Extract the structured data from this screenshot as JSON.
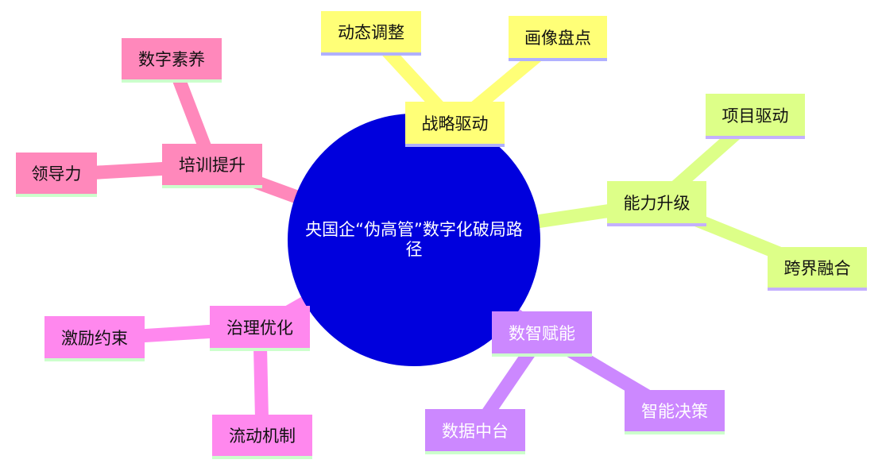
{
  "diagram": {
    "root": {
      "label": "央国企“伪高管”数字化破局路径",
      "fill": "#0000dd",
      "text_color": "#ffffff"
    },
    "branches": [
      {
        "id": "strategy",
        "label": "战略驱动",
        "color": "#ffff77",
        "underline": "#b0b0ff",
        "text_color": "#111111",
        "children": [
          {
            "id": "dynamic",
            "label": "动态调整"
          },
          {
            "id": "portrait",
            "label": "画像盘点"
          }
        ]
      },
      {
        "id": "capability",
        "label": "能力升级",
        "color": "#ddff88",
        "underline": "#c4b0ff",
        "text_color": "#111111",
        "children": [
          {
            "id": "project",
            "label": "项目驱动"
          },
          {
            "id": "crossborder",
            "label": "跨界融合"
          }
        ]
      },
      {
        "id": "digital",
        "label": "数智赋能",
        "color": "#cc88ff",
        "underline": "#ccffcc",
        "text_color": "#ffffff",
        "children": [
          {
            "id": "datacenter",
            "label": "数据中台"
          },
          {
            "id": "smartdecision",
            "label": "智能决策"
          }
        ]
      },
      {
        "id": "governance",
        "label": "治理优化",
        "color": "#ff88ee",
        "underline": "#ccffcc",
        "text_color": "#111111",
        "children": [
          {
            "id": "incentive",
            "label": "激励约束"
          },
          {
            "id": "mobility",
            "label": "流动机制"
          }
        ]
      },
      {
        "id": "training",
        "label": "培训提升",
        "color": "#ff88bb",
        "underline": "#ccffcc",
        "text_color": "#111111",
        "children": [
          {
            "id": "literacy",
            "label": "数字素养"
          },
          {
            "id": "leadership",
            "label": "领导力"
          }
        ]
      }
    ]
  }
}
